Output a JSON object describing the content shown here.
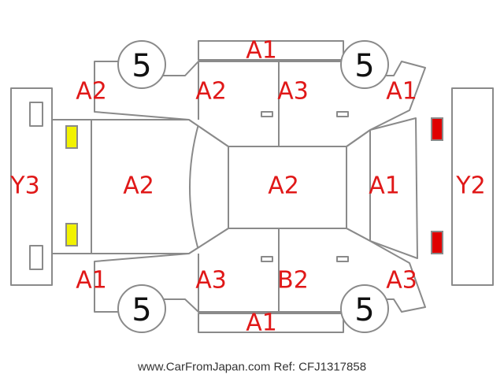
{
  "colors": {
    "damage_code": "#e01818",
    "outline": "#8a8a8a",
    "front_lights": "#f2f200",
    "rear_lights": "#e00000"
  },
  "codes": {
    "roof": "A1",
    "rear_door_left_top": "A2",
    "door_left_top_front": "A2",
    "door_left_top_rear": "A3",
    "front_fender_left_top": "A1",
    "rear_bumper": "Y3",
    "trunk": "A2",
    "roof_center": "A2",
    "hood": "A1",
    "front_bumper": "Y2",
    "quarter_bottom_left": "A1",
    "door_bottom_rear": "A3",
    "door_bottom_front": "B2",
    "fender_bottom_right": "A3",
    "sill_bottom": "A1"
  },
  "tires": {
    "top_left": "5",
    "top_right": "5",
    "bottom_left": "5",
    "bottom_right": "5"
  },
  "footer": "www.CarFromJapan.com Ref: CFJ1317858"
}
